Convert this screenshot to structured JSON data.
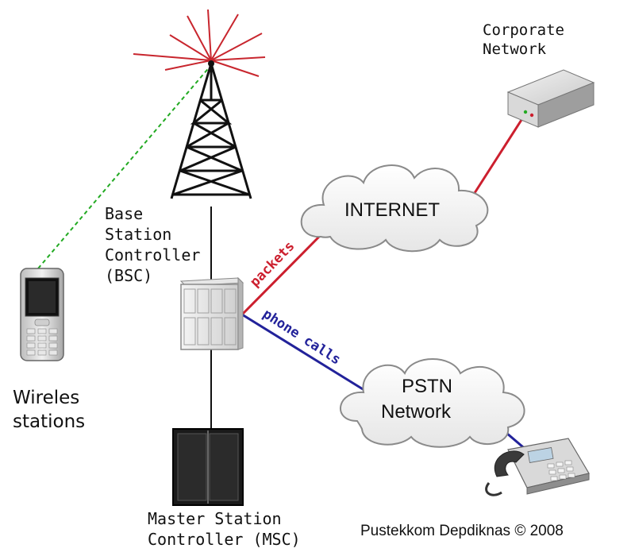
{
  "labels": {
    "corporate_line1": "Corporate",
    "corporate_line2": "Network",
    "internet": "INTERNET",
    "bsc_line1": "Base",
    "bsc_line2": "Station",
    "bsc_line3": "Controller",
    "bsc_line4": "(BSC)",
    "packets": "packets",
    "phone_calls": "phone calls",
    "pstn_line1": "PSTN",
    "pstn_line2": "Network",
    "wireless_line1": "Wireles",
    "wireless_line2": "stations",
    "msc_line1": "Master Station",
    "msc_line2": "Controller (MSC)",
    "credit": "Pustekkom Depdiknas © 2008"
  },
  "icons": {
    "tower": "antenna-tower-icon",
    "router": "router-icon",
    "phone": "mobile-phone-icon",
    "bsc": "bsc-server-icon",
    "msc": "msc-cabinet-icon",
    "telephone": "desk-telephone-icon",
    "internet_cloud": "internet-cloud-icon",
    "pstn_cloud": "pstn-cloud-icon"
  },
  "colors": {
    "packets_link": "#cc1f2e",
    "phone_link": "#22229a",
    "wireless_link": "#22aa22",
    "signal_rays": "#c8262e",
    "cloud_stroke": "#8a8a8a"
  }
}
